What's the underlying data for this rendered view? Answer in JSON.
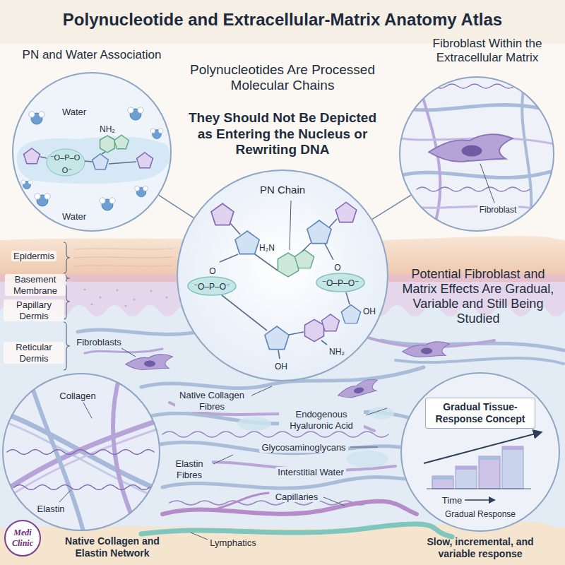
{
  "diagram": {
    "title": "Polynucleotide and Extracellular-Matrix Anatomy Atlas",
    "nodes": [
      {
        "text": [
          "PN and Water Association"
        ]
      },
      {
        "text": [
          "Fibroblast Within the Extracellular Matrix"
        ]
      },
      {
        "text": [
          "PN Chain"
        ]
      },
      {
        "text": [
          "Native Collagen and Elastin Network"
        ]
      },
      {
        "text": [
          "Gradual Tissue-Response Concept",
          "Slow, incremental, and variable response"
        ]
      }
    ],
    "edges": [
      {
        "from": 0,
        "to": 2,
        "arrow": "none"
      },
      {
        "from": 1,
        "to": 2,
        "arrow": "none"
      }
    ],
    "labels": [
      "Polynucleotides Are Processed Molecular Chains",
      "They Should Not Be Depicted as Entering the Nucleus or Rewriting DNA",
      "Water",
      "NH₂",
      "⁻O–P–O",
      "O⁻",
      "Water",
      "Fibroblast",
      "H₂N",
      "O",
      "⁻O–P–O⁻",
      "O",
      "⁻O–P–O⁻",
      "NH₂",
      "OH",
      "OH",
      "Potential Fibroblast and Matrix Effects Are Gradual, Variable and Still Being Studied",
      "Epidermis",
      "Basement Membrane",
      "Papillary Dermis",
      "Fibroblasts",
      "Reticular Dermis",
      "Native Collagen Fibres",
      "Endogenous Hyaluronic Acid",
      "Glycosaminoglycans",
      "Elastin Fibres",
      "Interstitial Water",
      "Capillaries",
      "Collagen",
      "Elastin",
      "Time",
      "Gradual Response",
      "Lymphatics",
      "Medi Clinic"
    ]
  }
}
